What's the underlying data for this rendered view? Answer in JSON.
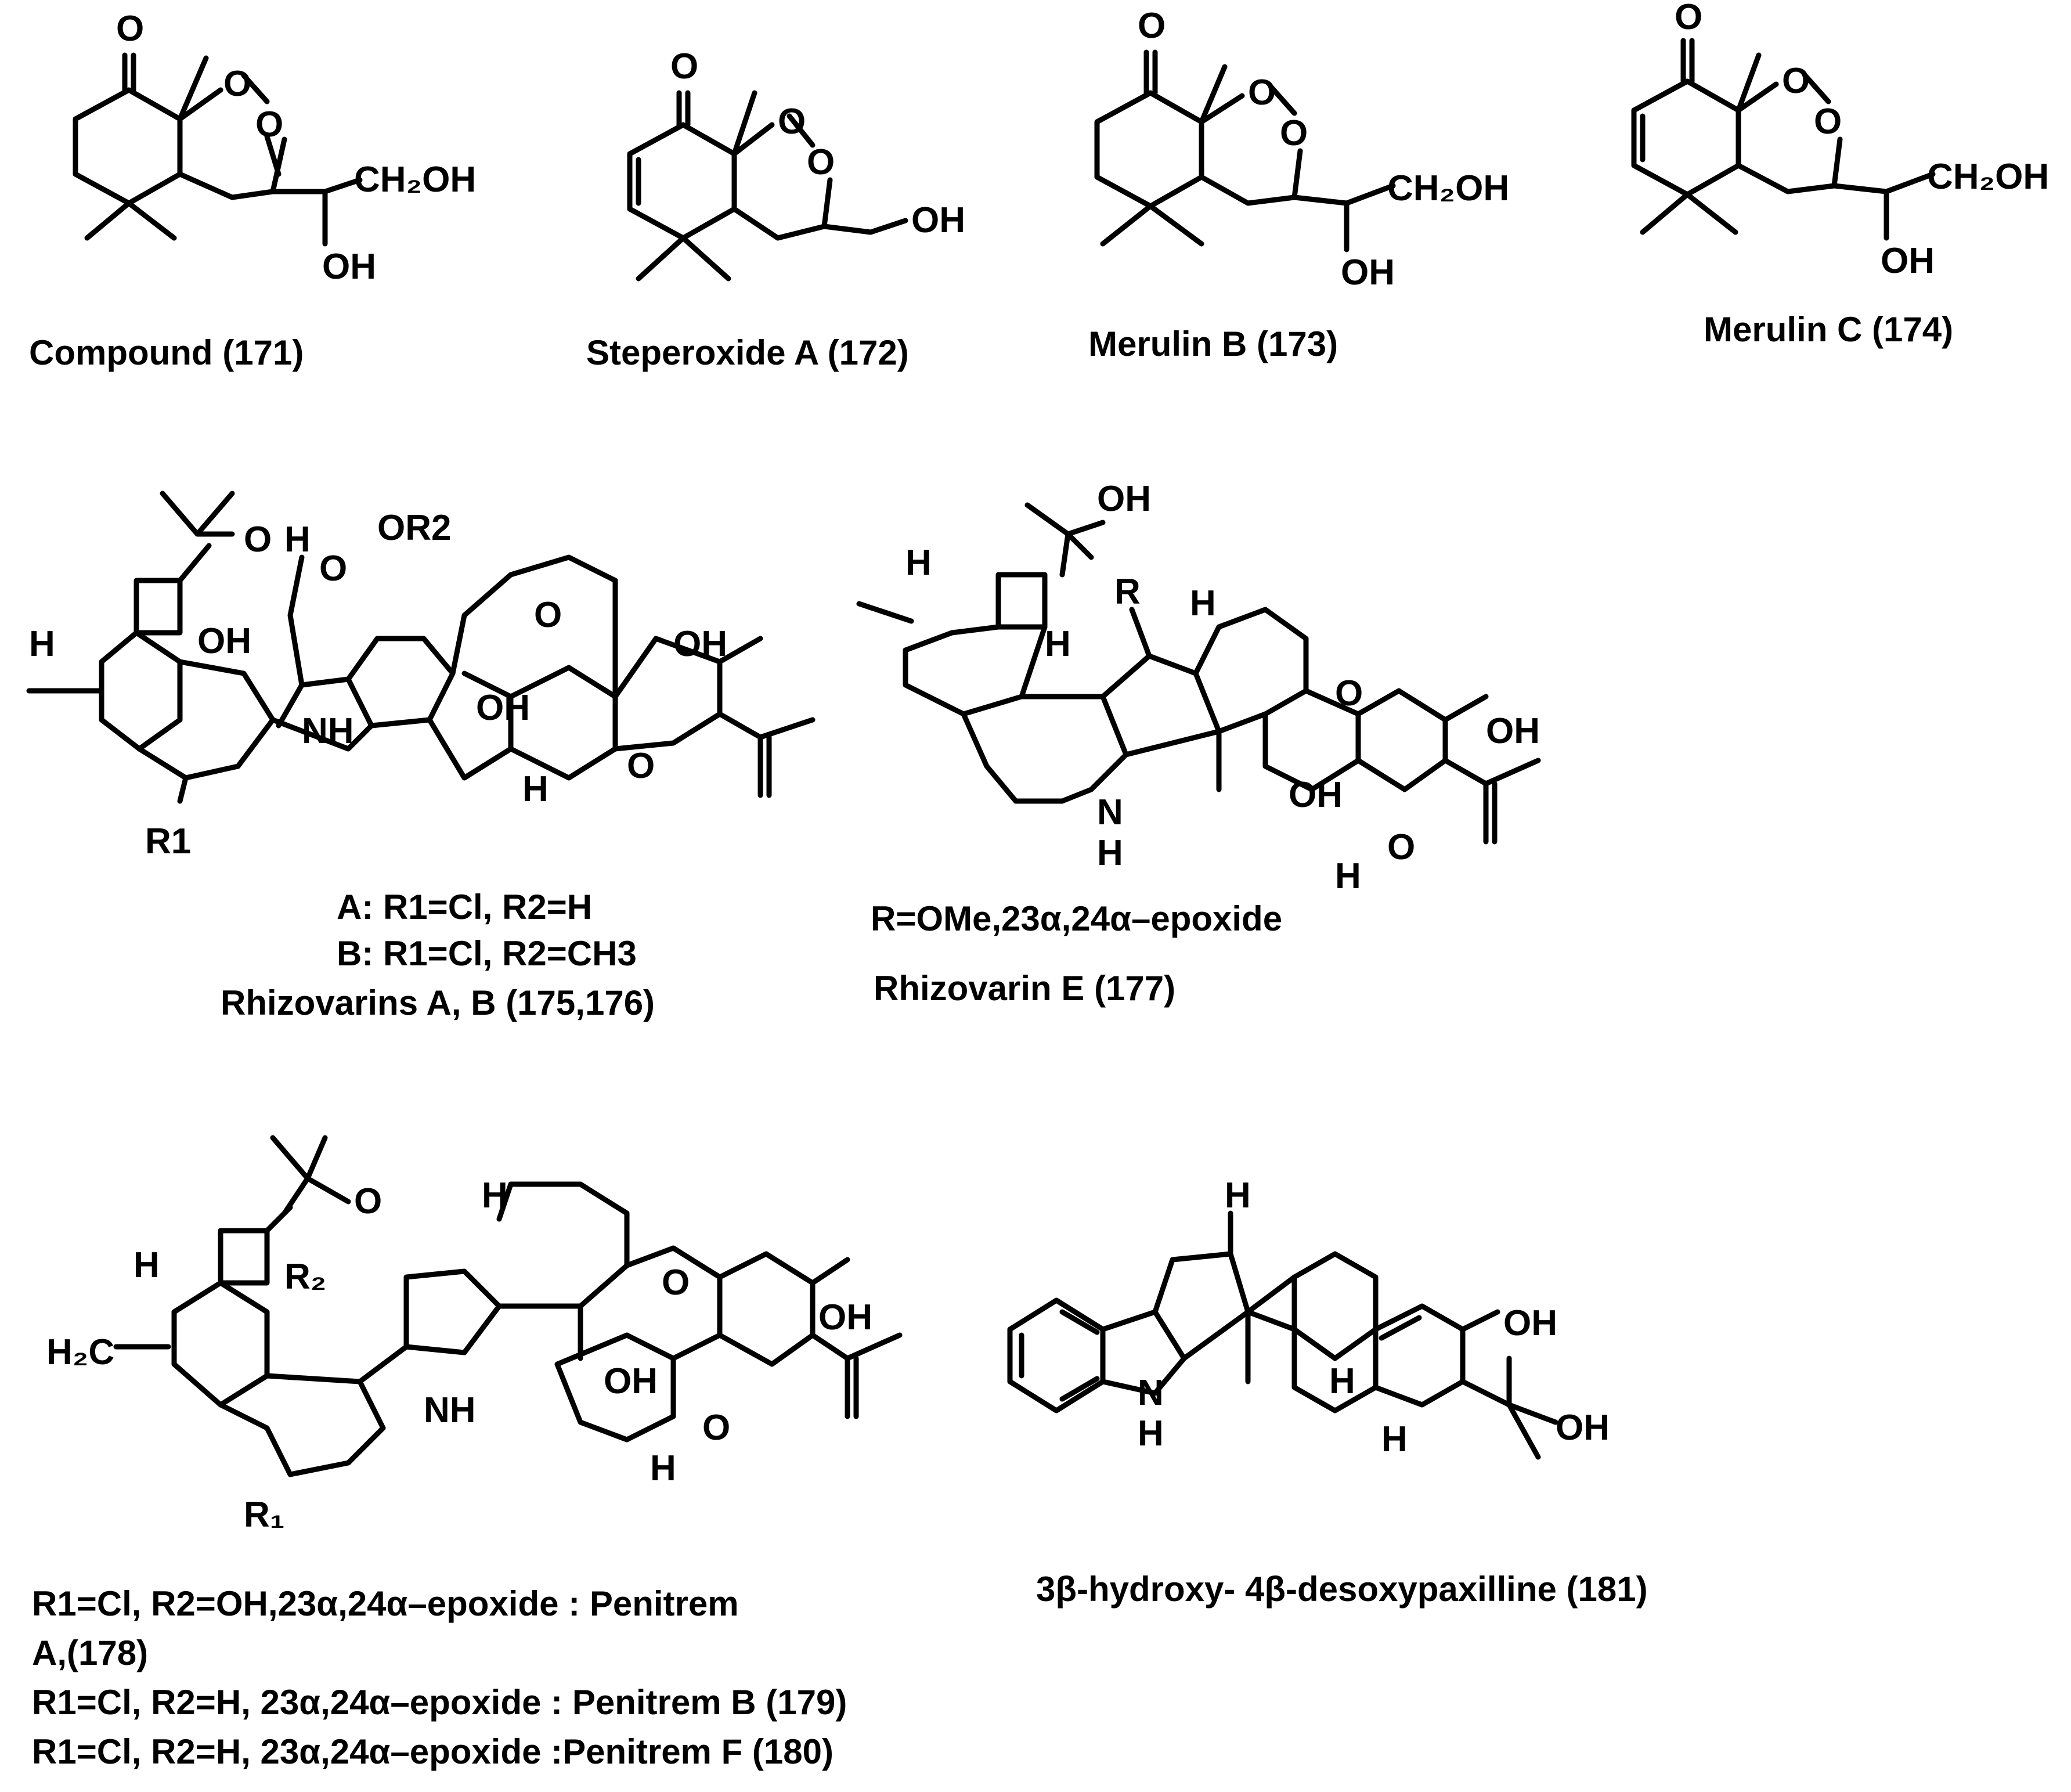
{
  "captions": {
    "c171": "Compound (171)",
    "c172": "Steperoxide A (172)",
    "c173": "Merulin B (173)",
    "c174": "Merulin C (174)",
    "c175_a": "A: R1=Cl, R2=H",
    "c175_b": "B: R1=Cl, R2=CH3",
    "c175_name": "Rhizovarins A, B (175,176)",
    "c177_r": "R=OMe,23α,24α–epoxide",
    "c177_name": "Rhizovarin E (177)",
    "c178_line1": "R1=Cl, R2=OH,23α,24α–epoxide : Penitrem",
    "c178_line2": "A,(178)",
    "c179": "R1=Cl, R2=H, 23α,24α–epoxide : Penitrem B (179)",
    "c180": "R1=Cl, R2=H, 23α,24α–epoxide :Penitrem F (180)",
    "c181": "3β-hydroxy- 4β-desoxypaxilline (181)"
  },
  "labels": {
    "O": "O",
    "CH2OH": "CH₂OH",
    "OH": "OH",
    "H": "H",
    "NH": "NH",
    "N": "N",
    "OR2": "OR2",
    "R1": "R1",
    "R1_sub": "R₁",
    "R2_sub": "R₂",
    "R": "R",
    "H2C": "H₂C"
  }
}
